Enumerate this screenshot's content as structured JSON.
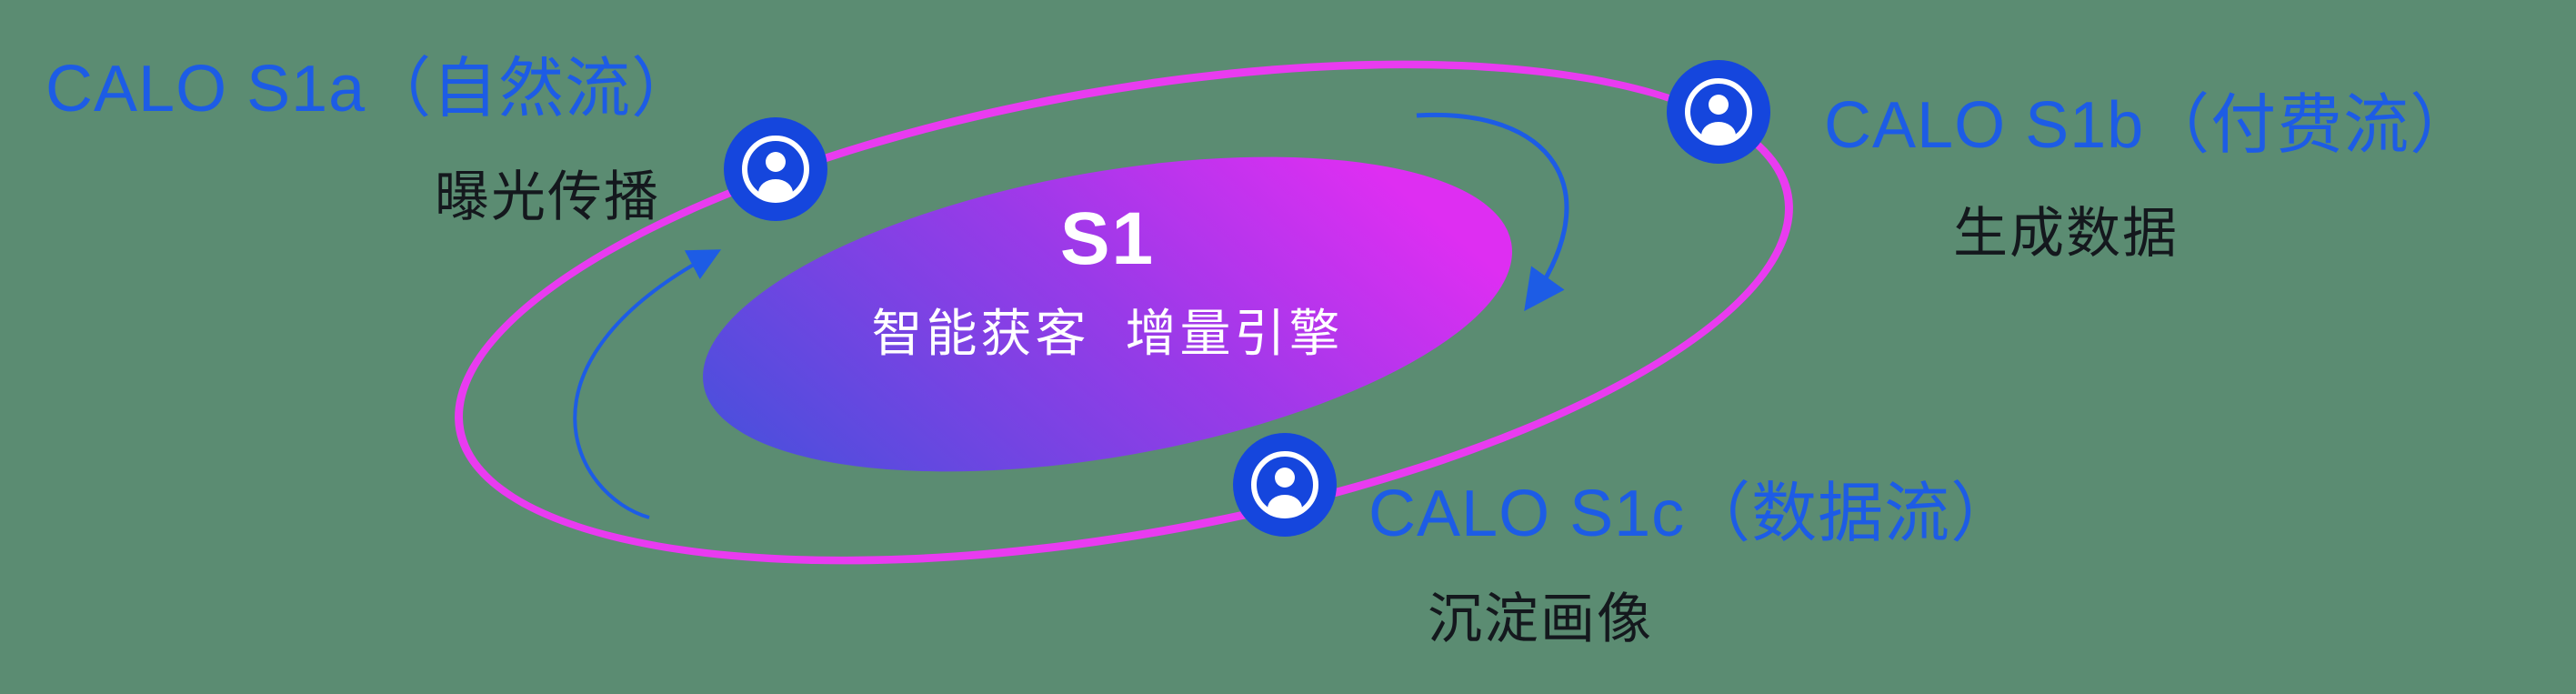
{
  "diagram": {
    "center": {
      "title": "S1",
      "subtitle": "智能获客  增量引擎"
    },
    "nodes": [
      {
        "id": "s1a",
        "title": "CALO S1a（自然流）",
        "subtitle": "曝光传播",
        "icon": "user-icon"
      },
      {
        "id": "s1b",
        "title": "CALO S1b（付费流）",
        "subtitle": "生成数据",
        "icon": "user-icon"
      },
      {
        "id": "s1c",
        "title": "CALO S1c（数据流）",
        "subtitle": "沉淀画像",
        "icon": "user-icon"
      }
    ],
    "colors": {
      "background": "#5b8c72",
      "orbit_ring": "#e93bf0",
      "core_gradient_start": "#4b4fdc",
      "core_gradient_end": "#de2ef2",
      "icon_background": "#1546dd",
      "title_blue": "#1d5ce5",
      "subtitle_dark": "#14181d",
      "center_text": "#ffffff",
      "arrow_blue": "#1d5ce5"
    }
  }
}
